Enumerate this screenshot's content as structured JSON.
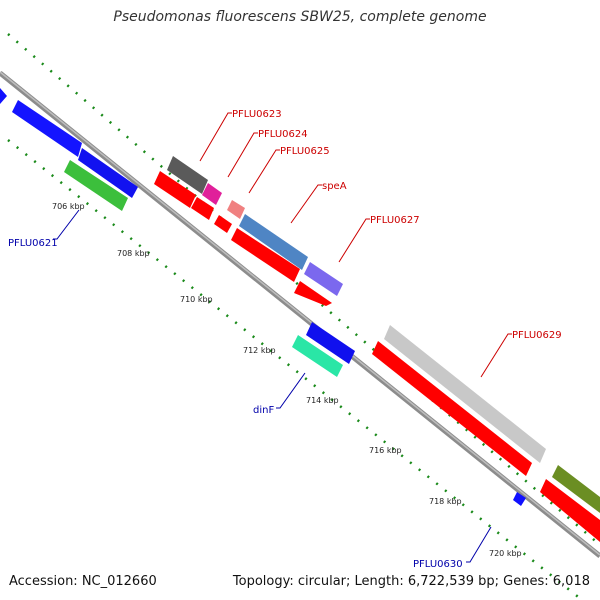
{
  "header": {
    "title": "Pseudomonas fluorescens SBW25, complete genome"
  },
  "footer": {
    "accession": "Accession: NC_012660",
    "summary": "Topology: circular; Length: 6,722,539 bp; Genes: 6,018"
  },
  "ticks": {
    "labels": [
      "706 kbp",
      "708 kbp",
      "710 kbp",
      "712 kbp",
      "714 kbp",
      "716 kbp",
      "718 kbp",
      "720 kbp"
    ]
  },
  "genes": {
    "labels": [
      "PFLU0623",
      "PFLU0624",
      "PFLU0625",
      "speA",
      "PFLU0627",
      "PFLU0629",
      "PFLU0621",
      "dinF",
      "PFLU0630"
    ]
  },
  "colors": {
    "backbone": "#8c8c8c",
    "cds": "#ff0000",
    "forward_label": "#cc0000",
    "reverse_label": "#0000aa",
    "tick": "#1a7a1a"
  }
}
